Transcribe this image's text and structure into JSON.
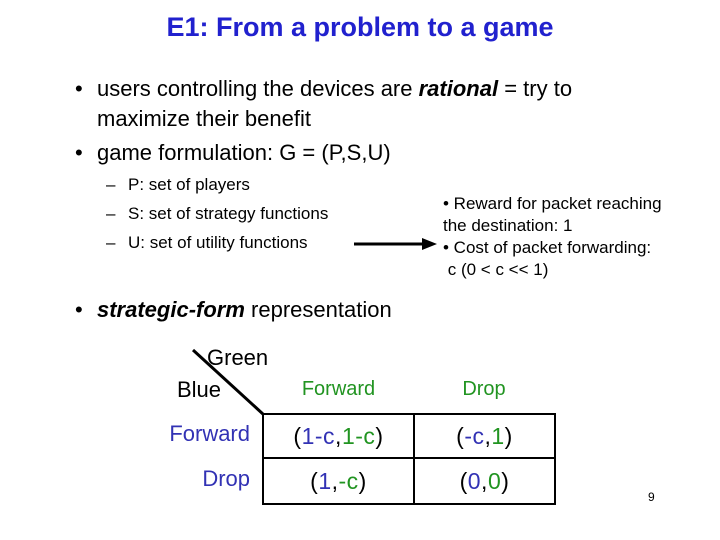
{
  "title": "E1: From a problem to a game",
  "glyphs": {
    "bullet": "•",
    "dash": "–"
  },
  "bullets": {
    "b1": {
      "pre": "users controlling the devices are ",
      "em": "rational",
      "post": " = try to maximize their benefit"
    },
    "b2": "game formulation: G = (P,S,U)",
    "b3": {
      "em": "strategic-form",
      "post": " representation"
    }
  },
  "sub_bullets": [
    "P: set of players",
    "S: set of strategy functions",
    "U: set of utility functions"
  ],
  "note": {
    "lines": [
      "• Reward for packet reaching",
      "the destination: 1",
      "• Cost of packet forwarding:",
      " c (0 < c << 1)"
    ]
  },
  "matrix": {
    "corner_top_label": "Green",
    "corner_side_label": "Blue",
    "col_headers": [
      "Forward",
      "Drop"
    ],
    "row_headers": [
      "Forward",
      "Drop"
    ],
    "punct": {
      "open": "(",
      "sep": ", ",
      "close": ")"
    },
    "cells": [
      [
        {
          "blue": "1-c",
          "green": "1-c"
        },
        {
          "blue": "-c",
          "green": "1"
        }
      ],
      [
        {
          "blue": "1",
          "green": "-c"
        },
        {
          "blue": "0",
          "green": "0"
        }
      ]
    ]
  },
  "page": {
    "number": "9"
  },
  "colors": {
    "title_blue": "#2121CE",
    "value_blue": "#3232B4",
    "value_green": "#219421",
    "text_black": "#000000",
    "background": "#FFFFFF"
  }
}
